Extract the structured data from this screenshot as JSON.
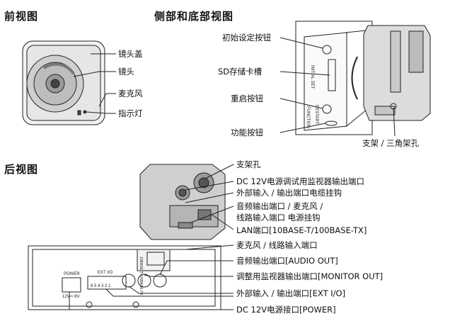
{
  "sections": {
    "front": "前视图",
    "side_bottom": "侧部和底部视图",
    "rear": "后视图"
  },
  "front_labels": [
    "镜头盖",
    "镜头",
    "麦克风",
    "指示灯"
  ],
  "side_labels": [
    "初始设定按钮",
    "SD存储卡槽",
    "重启按钮",
    "功能按钮"
  ],
  "side_bracket_label": "支架 / 三角架孔",
  "rear_labels": [
    "支架孔",
    "DC 12V电源调试用监视器输出端口",
    "外部输入 / 输出端口电缆挂钩",
    "音频输出端口 / 麦克风 /",
    "线路输入端口 电源挂钩",
    "LAN端口[10BASE-T/100BASE-TX]",
    "麦克风 / 线路输入端口",
    "音频输出端口[AUDIO OUT]",
    "调整用监视器输出端口[MONITOR OUT]",
    "外部输入 / 输出端口[EXT I/O]",
    "DC 12V电源接口[POWER]"
  ],
  "panel_text": {
    "initial_set": "INITIAL SET",
    "restart": "RESTART",
    "function": "FUNCTION",
    "power": "POWER",
    "ext_io": "EXT I/O",
    "ext_pins": "6 5 4 3 2 1",
    "power_rating": "12V⎓ 8V",
    "lan": "10BASE-T/100BASE-TX"
  }
}
